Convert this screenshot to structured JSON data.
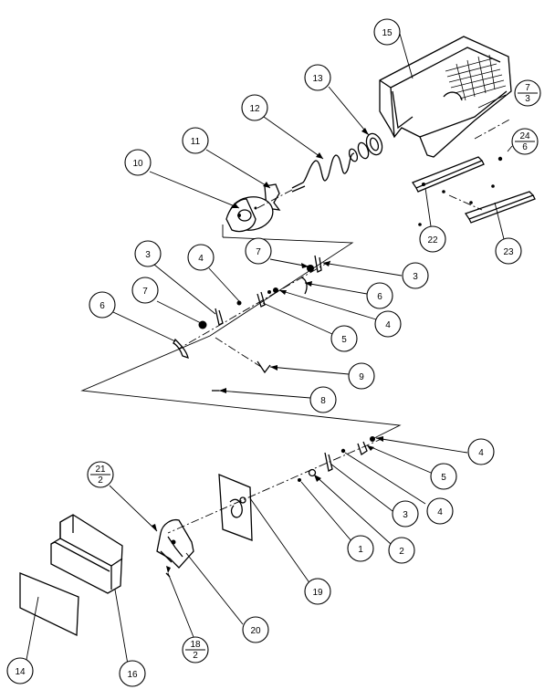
{
  "callouts": [
    {
      "id": "c15",
      "label": "15"
    },
    {
      "id": "c13",
      "label": "13"
    },
    {
      "id": "c12",
      "label": "12"
    },
    {
      "id": "c11",
      "label": "11"
    },
    {
      "id": "c10",
      "label": "10"
    },
    {
      "id": "c7a",
      "label": "7",
      "sub": "3"
    },
    {
      "id": "c24",
      "label": "24",
      "sub": "6"
    },
    {
      "id": "c22",
      "label": "22"
    },
    {
      "id": "c23",
      "label": "23"
    },
    {
      "id": "c3a",
      "label": "3"
    },
    {
      "id": "c4a",
      "label": "4"
    },
    {
      "id": "c7b",
      "label": "7"
    },
    {
      "id": "c3b",
      "label": "3"
    },
    {
      "id": "c6a",
      "label": "6"
    },
    {
      "id": "c7c",
      "label": "7"
    },
    {
      "id": "c6b",
      "label": "6"
    },
    {
      "id": "c4b",
      "label": "4"
    },
    {
      "id": "c5a",
      "label": "5"
    },
    {
      "id": "c9",
      "label": "9"
    },
    {
      "id": "c8",
      "label": "8"
    },
    {
      "id": "c4c",
      "label": "4"
    },
    {
      "id": "c5b",
      "label": "5"
    },
    {
      "id": "c21",
      "label": "21",
      "sub": "2"
    },
    {
      "id": "c3c",
      "label": "3"
    },
    {
      "id": "c4d",
      "label": "4"
    },
    {
      "id": "c1",
      "label": "1"
    },
    {
      "id": "c2",
      "label": "2"
    },
    {
      "id": "c19",
      "label": "19"
    },
    {
      "id": "c20",
      "label": "20"
    },
    {
      "id": "c18",
      "label": "18",
      "sub": "2"
    },
    {
      "id": "c14",
      "label": "14"
    },
    {
      "id": "c16",
      "label": "16"
    }
  ]
}
